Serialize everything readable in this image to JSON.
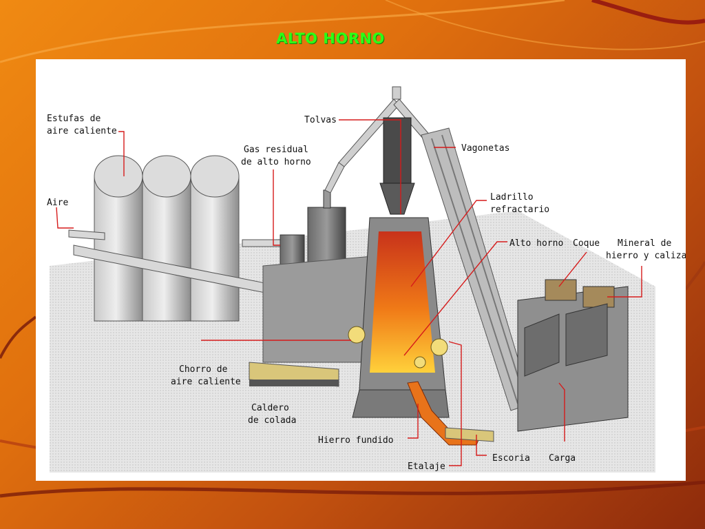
{
  "slide": {
    "title": "ALTO HORNO"
  },
  "diagram": {
    "labels": {
      "estufas_1": "Estufas de",
      "estufas_2": "aire caliente",
      "aire": "Aire",
      "gas_1": "Gas residual",
      "gas_2": "de alto horno",
      "tolvas": "Tolvas",
      "vagonetas": "Vagonetas",
      "ladrillo_1": "Ladrillo",
      "ladrillo_2": "refractario",
      "alto_horno": "Alto horno",
      "coque": "Coque",
      "mineral_1": "Mineral de",
      "mineral_2": "hierro y caliza",
      "chorro_1": "Chorro de",
      "chorro_2": "aire caliente",
      "caldero_1": "Caldero",
      "caldero_2": "de colada",
      "hierro": "Hierro fundido",
      "escoria": "Escoria",
      "carga": "Carga",
      "etalaje": "Etalaje"
    },
    "colors": {
      "leader_lines": "#d61a1a",
      "title": "#2cff16",
      "flame_hot": "#ffd13b",
      "flame_mid": "#f07a17",
      "flame_dark": "#c8321a"
    }
  }
}
